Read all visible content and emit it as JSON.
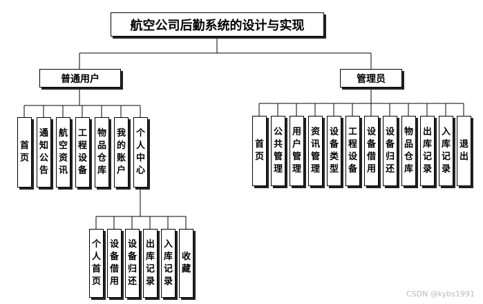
{
  "title": "航空公司后勤系统的设计与实现",
  "user_group": {
    "label": "普通用户",
    "items": [
      "首页",
      "通知公告",
      "航空资讯",
      "工程设备",
      "物品仓库",
      "我的账户",
      "个人中心"
    ],
    "personal_center": {
      "items": [
        "个人首页",
        "设备借用",
        "设备归还",
        "出库记录",
        "入库记录",
        "收藏"
      ]
    }
  },
  "admin_group": {
    "label": "管理员",
    "items": [
      "首页",
      "公共管理",
      "用户管理",
      "资讯管理",
      "设备类型",
      "工程设备",
      "设备借用",
      "设备归还",
      "物品仓库",
      "出库记录",
      "入库记录",
      "退出"
    ]
  },
  "watermark": "CSDN @kybs1991"
}
